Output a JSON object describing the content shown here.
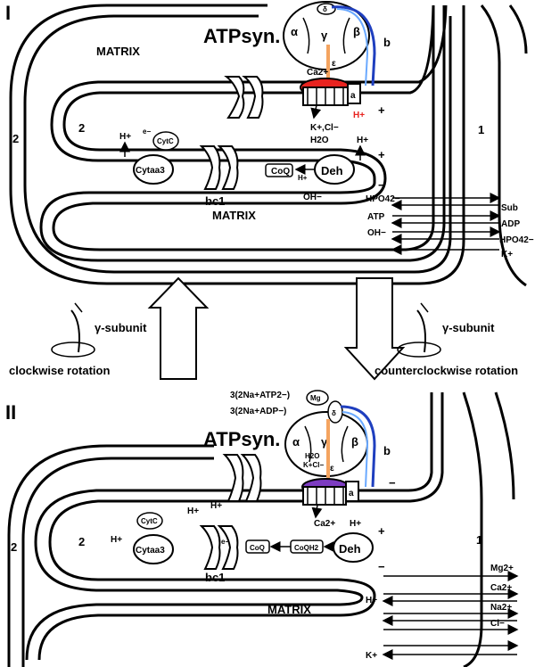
{
  "panel_I": {
    "roman": "I",
    "atpsyn": "ATPsyn.",
    "matrix_top": "MATRIX",
    "matrix_mid": "MATRIX",
    "num_1": "1",
    "num_2a": "2",
    "num_2b": "2",
    "alpha": "α",
    "beta": "β",
    "gamma": "γ",
    "delta": "δ",
    "epsilon": "ε",
    "b": "b",
    "a": "a",
    "ca": "Ca2+",
    "h_red": "H+",
    "k_cl": "K+,Cl−",
    "h2o": "H2O",
    "h_up1": "H+",
    "h_up2": "H+",
    "e_minus": "e−",
    "cytc": "CytC",
    "cytaa": "Cytaa3",
    "bc1": "bc1",
    "coq": "CoQ",
    "e_h": "e−",
    "h_small": "H+",
    "deh": "Deh",
    "oh": "OH−",
    "plus1": "+",
    "plus2": "+",
    "minus1": "−",
    "minus2": "−",
    "right_list": [
      "HPO42−",
      "ATP",
      "OH−"
    ],
    "right_out": [
      "Sub",
      "ADP",
      "HPO42−",
      "K+"
    ]
  },
  "middle": {
    "gamma_left": "γ-subunit",
    "gamma_right": "γ-subunit",
    "clockwise": "clockwise rotation",
    "counterclockwise": "counterclockwise rotation"
  },
  "panel_II": {
    "roman": "II",
    "atpsyn": "ATPsyn.",
    "atp_line": "3(2Na+ATP2−)",
    "adp_line": "3(2Na+ADP−)",
    "mg": "Mg",
    "alpha": "α",
    "beta": "β",
    "gamma": "γ",
    "delta": "δ",
    "epsilon": "ε",
    "b": "b",
    "a": "a",
    "h2o": "H2O",
    "k_cl": "K+Cl−",
    "ca": "Ca2+",
    "h_mem": "H+",
    "num_1": "1",
    "num_2a": "2",
    "num_2b": "2",
    "h1": "H+",
    "h2": "H+",
    "h3": "H+",
    "h4": "H+",
    "cytc": "CytC",
    "cytaa": "Cytaa3",
    "bc1": "bc1",
    "coq": "CoQ",
    "coqh2": "CoQH2",
    "e_minus": "e−",
    "deh": "Deh",
    "plus": "+",
    "minus1": "−",
    "minus2": "−",
    "matrix": "MATRIX",
    "ions_out": [
      "Mg2+",
      "Ca2+",
      "Na2+",
      "Cl−"
    ],
    "ions_in": [
      "H+",
      "K+"
    ]
  },
  "colors": {
    "orange": "#f4a460",
    "blue": "#1f3fbf",
    "lightblue": "#6aa9ff",
    "red": "#e8231f",
    "purple": "#7d3cc1"
  }
}
